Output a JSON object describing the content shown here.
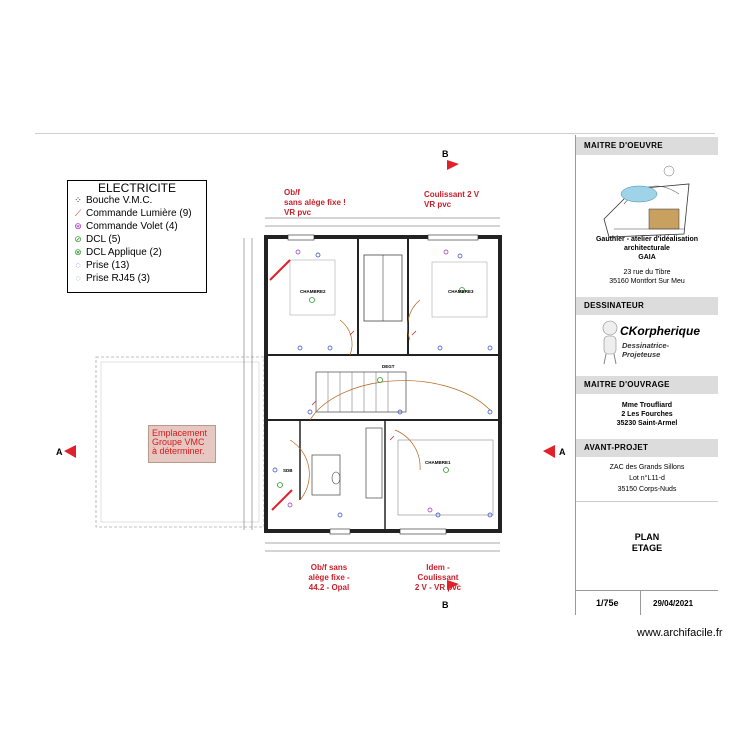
{
  "legend": {
    "title": "ELECTRICITE",
    "items": [
      {
        "symbol": "vmc-icon",
        "color": "#000000",
        "label": "Bouche V.M.C."
      },
      {
        "symbol": "switch-icon",
        "color": "#c8202a",
        "label": "Commande Lumière (9)"
      },
      {
        "symbol": "shutter-icon",
        "color": "#a020c0",
        "label": "Commande Volet (4)"
      },
      {
        "symbol": "dcl-icon",
        "color": "#2a9a2a",
        "label": "DCL (5)"
      },
      {
        "symbol": "dcl-applique-icon",
        "color": "#2a9a2a",
        "label": "DCL Applique (2)"
      },
      {
        "symbol": "socket-icon",
        "color": "#1f3fd0",
        "label": "Prise (13)"
      },
      {
        "symbol": "rj45-icon",
        "color": "#2a9a2a",
        "label": "Prise RJ45 (3)"
      }
    ]
  },
  "annotations": {
    "top_left": [
      "Ob/f",
      "sans alège fixe !",
      "VR pvc"
    ],
    "top_right": [
      "Coulissant 2 V",
      "VR pvc"
    ],
    "bottom_left": [
      "Ob/f sans",
      "alège fixe -",
      "44.2 - Opal"
    ],
    "bottom_right": [
      "Idem - Coulissant",
      "2 V - VR pvc"
    ],
    "vmc_note": [
      "Emplacement",
      "Groupe VMC",
      "à déterminer."
    ]
  },
  "markers": {
    "top": "B",
    "bottom": "B",
    "left": "A",
    "right": "A"
  },
  "plan": {
    "rooms": [
      "CHAMBRE2",
      "CHAMBRE3",
      "DEGT",
      "CHAMBRE1",
      "SDB"
    ]
  },
  "title_block": {
    "maitre_oeuvre_head": "MAITRE D'OEUVRE",
    "architect": [
      "Gauthier - atelier d'idéalisation",
      "architecturale",
      "GAIA",
      "23 rue du Tibre",
      "35160 Montfort Sur Meu"
    ],
    "dessinateur_head": "DESSINATEUR",
    "logo_text": [
      "CKorpherique",
      "Dessinatrice-Projeteuse"
    ],
    "maitre_ouvrage_head": "MAITRE D'OUVRAGE",
    "client": [
      "Mme Troufliard",
      "2 Les Fourches",
      "35230 Saint-Armel"
    ],
    "avant_projet_head": "AVANT-PROJET",
    "site": [
      "ZAC des Grands Sillons",
      "Lot n°L11-d",
      "35150 Corps-Nuds"
    ],
    "plan_title": [
      "PLAN",
      "ETAGE"
    ],
    "scale": "1/75e",
    "date": "29/04/2021"
  },
  "watermark": "www.archifacile.fr",
  "colors": {
    "red": "#c8202a",
    "green": "#2a9a2a",
    "blue": "#1f3fd0",
    "purple": "#a020c0",
    "header_gray": "#dcdcdc"
  }
}
